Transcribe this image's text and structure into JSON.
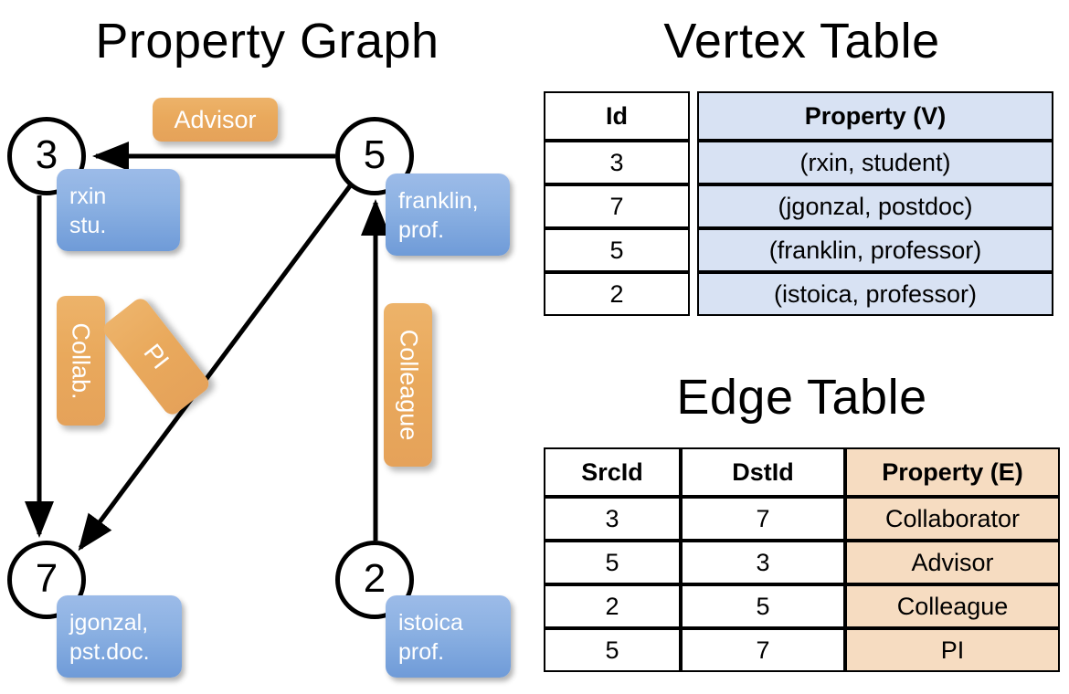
{
  "titles": {
    "property_graph": "Property Graph",
    "vertex_table": "Vertex Table",
    "edge_table": "Edge Table"
  },
  "graph": {
    "vertices": [
      {
        "id": "3",
        "property_label": [
          "rxin",
          "stu."
        ]
      },
      {
        "id": "5",
        "property_label": [
          "franklin,",
          "prof."
        ]
      },
      {
        "id": "7",
        "property_label": [
          "jgonzal,",
          "pst.doc."
        ]
      },
      {
        "id": "2",
        "property_label": [
          "istoica",
          "prof."
        ]
      }
    ],
    "edge_labels": {
      "advisor": "Advisor",
      "collab": "Collab.",
      "pi": "PI",
      "colleague": "Colleague"
    },
    "edges": [
      {
        "from": "5",
        "to": "3",
        "label": "Advisor"
      },
      {
        "from": "3",
        "to": "7",
        "label": "Collab."
      },
      {
        "from": "5",
        "to": "7",
        "label": "PI"
      },
      {
        "from": "2",
        "to": "5",
        "label": "Colleague"
      }
    ]
  },
  "vertex_table": {
    "headers": [
      "Id",
      "Property (V)"
    ],
    "rows": [
      {
        "id": "3",
        "property": "(rxin, student)"
      },
      {
        "id": "7",
        "property": "(jgonzal, postdoc)"
      },
      {
        "id": "5",
        "property": "(franklin, professor)"
      },
      {
        "id": "2",
        "property": "(istoica, professor)"
      }
    ]
  },
  "edge_table": {
    "headers": [
      "SrcId",
      "DstId",
      "Property (E)"
    ],
    "rows": [
      {
        "src": "3",
        "dst": "7",
        "property": "Collaborator"
      },
      {
        "src": "5",
        "dst": "3",
        "property": "Advisor"
      },
      {
        "src": "2",
        "dst": "5",
        "property": "Colleague"
      },
      {
        "src": "5",
        "dst": "7",
        "property": "PI"
      }
    ]
  },
  "colors": {
    "vertex_property_blue": "#8db2e3",
    "edge_label_orange": "#e9a95c",
    "vertex_table_fill": "#d8e2f3",
    "edge_table_fill": "#f6dcc1",
    "stroke": "#000000"
  }
}
